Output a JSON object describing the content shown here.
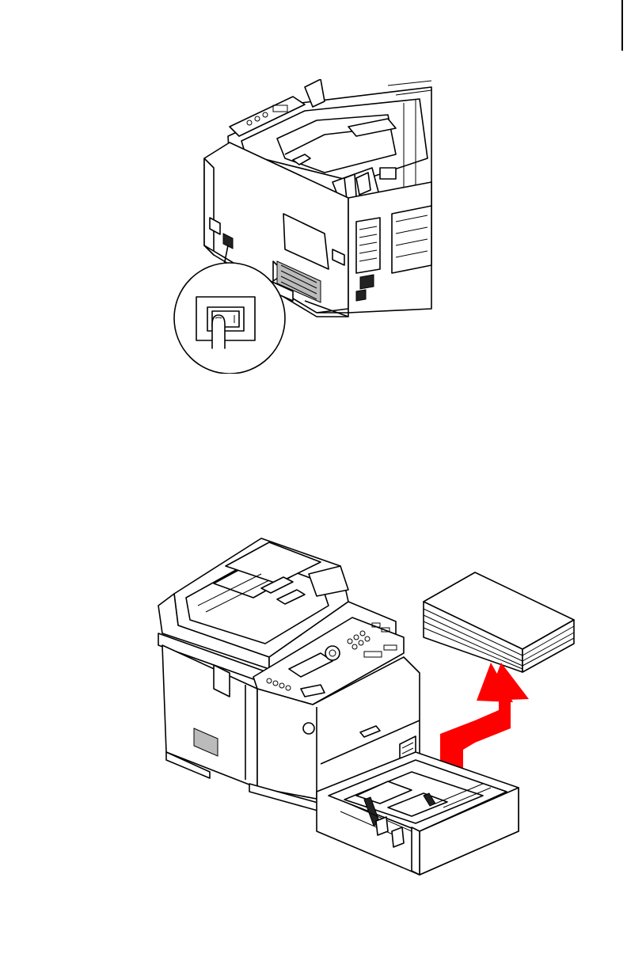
{
  "page": {
    "figures": [
      {
        "id": "power-switch-illustration",
        "icon": "printer-rear-power-switch"
      },
      {
        "id": "paper-tray-illustration",
        "icon": "printer-paper-tray-load"
      }
    ],
    "colors": {
      "line": "#000000",
      "background": "#ffffff",
      "arrow": "#ff0000"
    }
  }
}
